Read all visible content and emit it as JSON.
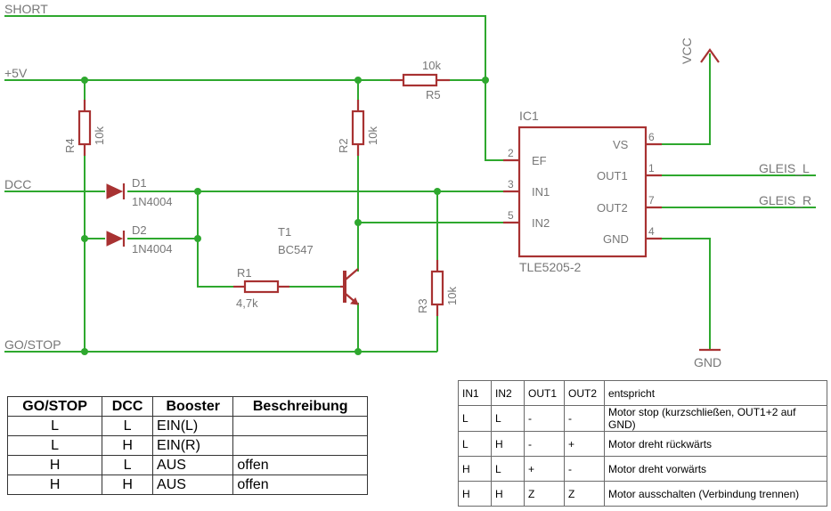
{
  "schematic": {
    "nets": {
      "short": "SHORT",
      "plus5v": "+5V",
      "dcc": "DCC",
      "gostop": "GO/STOP",
      "gleis_l": "GLEIS_L",
      "gleis_r": "GLEIS_R",
      "vcc": "VCC",
      "gnd": "GND"
    },
    "r5": {
      "name": "R5",
      "value": "10k"
    },
    "r4": {
      "name": "R4",
      "value": "10k"
    },
    "r2": {
      "name": "R2",
      "value": "10k"
    },
    "r3": {
      "name": "R3",
      "value": "10k"
    },
    "r1": {
      "name": "R1",
      "value": "4,7k"
    },
    "d1": {
      "name": "D1",
      "value": "1N4004"
    },
    "d2": {
      "name": "D2",
      "value": "1N4004"
    },
    "t1": {
      "name": "T1",
      "value": "BC547"
    },
    "ic1": {
      "name": "IC1",
      "part": "TLE5205-2",
      "pins": {
        "ef": {
          "label": "EF",
          "num": "2"
        },
        "in1": {
          "label": "IN1",
          "num": "3"
        },
        "in2": {
          "label": "IN2",
          "num": "5"
        },
        "vs": {
          "label": "VS",
          "num": "6"
        },
        "out1": {
          "label": "OUT1",
          "num": "1"
        },
        "out2": {
          "label": "OUT2",
          "num": "7"
        },
        "gnd": {
          "label": "GND",
          "num": "4"
        }
      }
    }
  },
  "booster_table": {
    "headers": [
      "GO/STOP",
      "DCC",
      "Booster",
      "Beschreibung"
    ],
    "rows": [
      [
        "L",
        "L",
        "EIN(L)",
        ""
      ],
      [
        "L",
        "H",
        "EIN(R)",
        ""
      ],
      [
        "H",
        "L",
        "AUS",
        "offen"
      ],
      [
        "H",
        "H",
        "AUS",
        "offen"
      ]
    ]
  },
  "truth_table": {
    "headers": [
      "IN1",
      "IN2",
      "OUT1",
      "OUT2",
      "entspricht"
    ],
    "rows": [
      [
        "L",
        "L",
        "-",
        "-",
        "Motor stop (kurzschließen, OUT1+2 auf GND)"
      ],
      [
        "L",
        "H",
        "-",
        "+",
        "Motor dreht rückwärts"
      ],
      [
        "H",
        "L",
        "+",
        "-",
        "Motor dreht vorwärts"
      ],
      [
        "H",
        "H",
        "Z",
        "Z",
        "Motor ausschalten (Verbindung trennen)"
      ]
    ]
  }
}
